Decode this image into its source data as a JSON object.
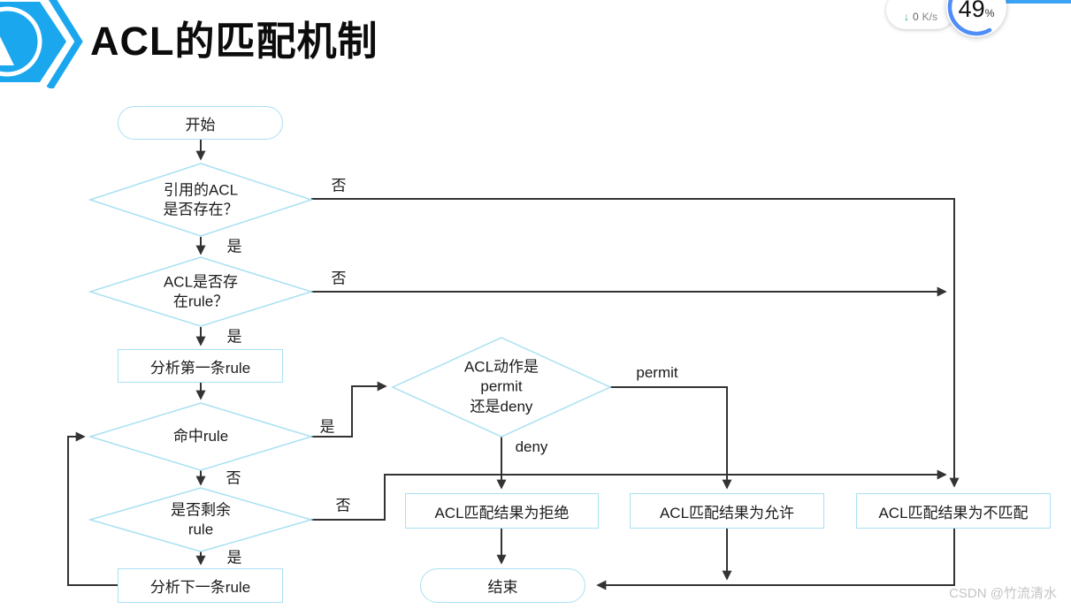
{
  "header": {
    "title": "ACL的匹配机制"
  },
  "status_widget": {
    "download_icon": "↓",
    "download_speed": "0",
    "download_unit": "K/s",
    "percent_value": "49",
    "percent_sign": "%"
  },
  "watermark": "CSDN @竹流清水",
  "colors": {
    "logo_blue": "#1aa7ee",
    "arc_blue": "#4f8df7",
    "speed_green": "#27a75c",
    "shape_border_cyan": "#a9e0f3",
    "connector_dark": "#333333",
    "watermark_gray": "#c4c4c4"
  },
  "flowchart": {
    "nodes": {
      "start": "开始",
      "acl_exists": "引用的ACL\n是否存在？",
      "rule_exists": "ACL是否存\n在rule？",
      "analyze_first": "分析第一条rule",
      "hit_rule": "命中rule",
      "rules_remaining": "是否剩余\nrule",
      "analyze_next": "分析下一条rule",
      "acl_action": "ACL动作是\npermit\n还是deny",
      "result_deny": "ACL匹配结果为拒绝",
      "result_permit": "ACL匹配结果为允许",
      "result_nomatch": "ACL匹配结果为不匹配",
      "end": "结束"
    },
    "edge_labels": {
      "yes": "是",
      "no": "否",
      "permit": "permit",
      "deny": "deny"
    }
  }
}
